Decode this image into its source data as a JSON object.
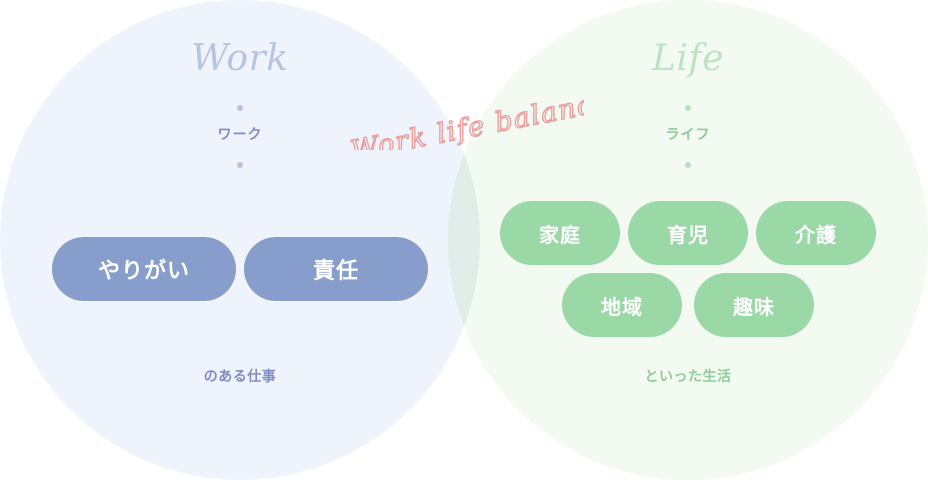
{
  "work": {
    "title": "Work",
    "kana": "ワーク",
    "pills": [
      "やりがい",
      "責任"
    ],
    "caption": "のある仕事"
  },
  "life": {
    "title": "Life",
    "kana": "ライフ",
    "pills": [
      "家庭",
      "育児",
      "介護",
      "地域",
      "趣味"
    ],
    "caption": "といった生活"
  },
  "overlap_label": "Work life balance",
  "colors": {
    "work_accent": "#879ecd",
    "life_accent": "#9ad8a6",
    "script": "#eaa0a0"
  }
}
